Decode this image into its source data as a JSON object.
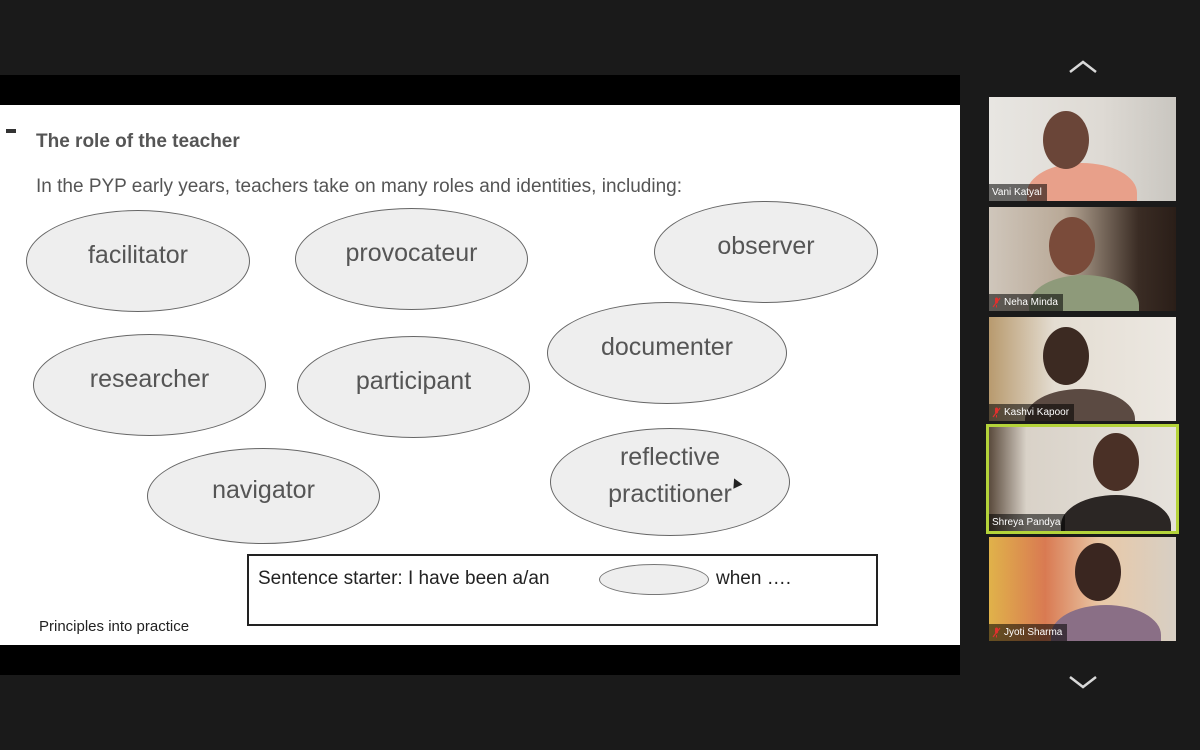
{
  "slide": {
    "title": "The role of the teacher",
    "subtitle": "In the PYP early years, teachers take on many roles and identities, including:",
    "roles": [
      {
        "label": "facilitator"
      },
      {
        "label": "provocateur"
      },
      {
        "label": "observer"
      },
      {
        "label": "researcher"
      },
      {
        "label": "participant"
      },
      {
        "label": "documenter"
      },
      {
        "label": "navigator"
      },
      {
        "label": "reflective practitioner"
      }
    ],
    "sentence_starter": {
      "lead": "Sentence starter: I have been a/an",
      "tail": "when …."
    },
    "footer": "Principles into practice"
  },
  "gallery": {
    "participants": [
      {
        "name": "Vani Katyal",
        "muted": false
      },
      {
        "name": "Neha Minda",
        "muted": true
      },
      {
        "name": "Kashvi Kapoor",
        "muted": true
      },
      {
        "name": "Shreya Pandya",
        "muted": false,
        "active_speaker": true
      },
      {
        "name": "Jyoti Sharma",
        "muted": true
      }
    ]
  },
  "colors": {
    "active_speaker_border": "#b4d33a",
    "muted_mic": "#e0302e",
    "bubble_fill": "#eeeeee"
  },
  "icons": [
    "chevron-up-icon",
    "chevron-down-icon",
    "muted-mic-icon",
    "mouse-cursor-icon"
  ]
}
